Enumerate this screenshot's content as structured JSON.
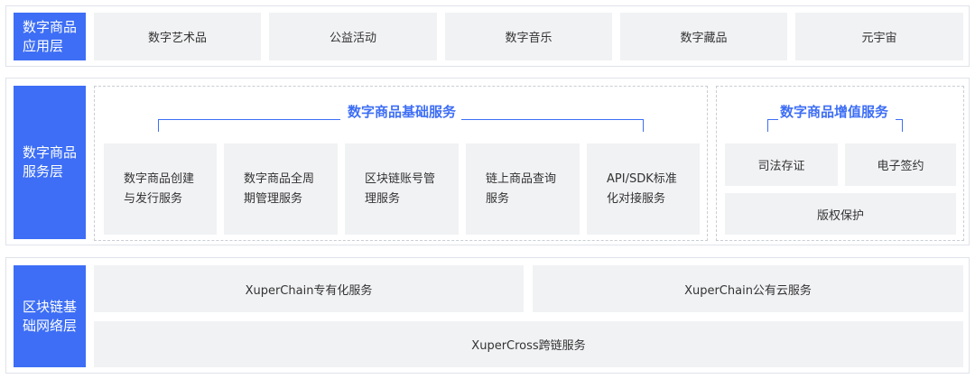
{
  "app_layer": {
    "label": "数字商品\n应用层",
    "items": [
      "数字艺术品",
      "公益活动",
      "数字音乐",
      "数字藏品",
      "元宇宙"
    ]
  },
  "service_layer": {
    "label": "数字商品\n服务层",
    "basic": {
      "title": "数字商品基础服务",
      "items": [
        "数字商品创建\n与发行服务",
        "数字商品全周\n期管理服务",
        "区块链账号管\n理服务",
        "链上商品查询\n服务",
        "API/SDK标准\n化对接服务"
      ]
    },
    "value_added": {
      "title": "数字商品增值服务",
      "items": [
        "司法存证",
        "电子签约",
        "版权保护"
      ]
    }
  },
  "network_layer": {
    "label": "区块链基\n础网络层",
    "items": [
      "XuperChain专有化服务",
      "XuperChain公有云服务",
      "XuperCross跨链服务"
    ]
  },
  "colors": {
    "accent": "#3d6ef5",
    "box_bg": "#f1f2f4",
    "border": "#dfe3ea"
  }
}
